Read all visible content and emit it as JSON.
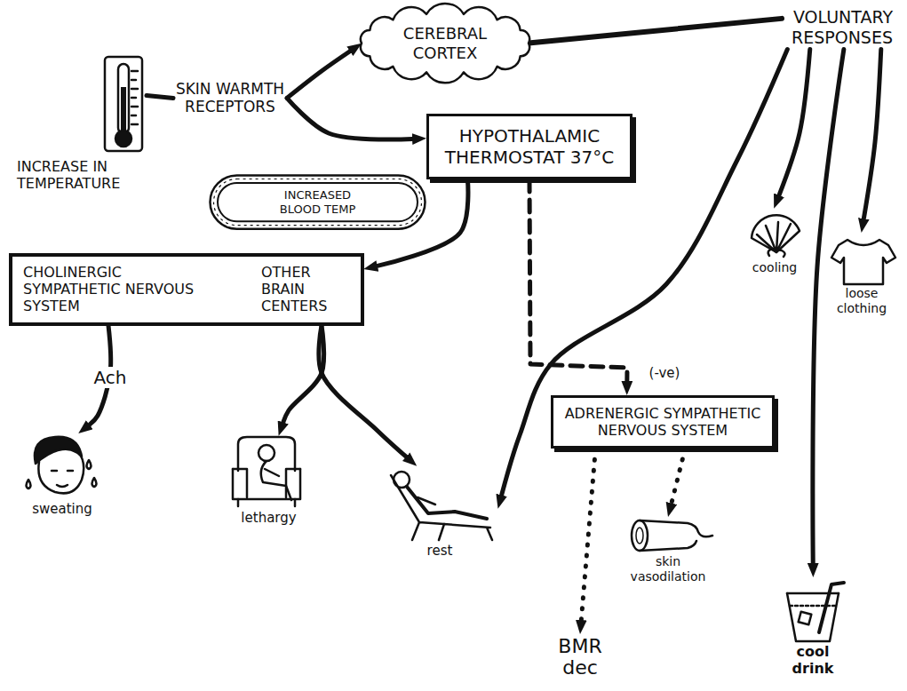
{
  "diagram": {
    "nodes": [
      {
        "text": [
          "INCREASE IN TEMPERATURE"
        ]
      },
      {
        "text": [
          "SKIN WARMTH RECEPTORS"
        ]
      },
      {
        "text": [
          "CEREBRAL CORTEX"
        ]
      },
      {
        "text": [
          "VOLUNTARY RESPONSES"
        ]
      },
      {
        "text": [
          "HYPOTHALAMIC THERMOSTAT 37°C"
        ]
      },
      {
        "text": [
          "INCREASED BLOOD TEMP"
        ]
      },
      {
        "text": [
          "cooling"
        ]
      },
      {
        "text": [
          "loose clothing"
        ]
      },
      {
        "text": [
          "CHOLINERGIC SYMPATHETIC NERVOUS SYSTEM",
          "OTHER BRAIN CENTERS"
        ]
      },
      {
        "text": [
          "ADRENERGIC SYMPATHETIC NERVOUS SYSTEM"
        ]
      },
      {
        "text": [
          "sweating"
        ]
      },
      {
        "text": [
          "lethargy"
        ]
      },
      {
        "text": [
          "rest"
        ]
      },
      {
        "text": [
          "BMR dec"
        ]
      },
      {
        "text": [
          "skin vasodilation"
        ]
      },
      {
        "text": [
          "cool drink"
        ]
      }
    ],
    "edges": [
      {
        "from": 0,
        "to": 1,
        "arrow": "none"
      },
      {
        "from": 1,
        "to": 2,
        "arrow": "to"
      },
      {
        "from": 1,
        "to": 4,
        "arrow": "to"
      },
      {
        "from": 2,
        "to": 3,
        "arrow": "none"
      },
      {
        "from": 3,
        "to": 6,
        "arrow": "to"
      },
      {
        "from": 3,
        "to": 7,
        "arrow": "to"
      },
      {
        "from": 3,
        "to": 12,
        "arrow": "to"
      },
      {
        "from": 3,
        "to": 15,
        "arrow": "to"
      },
      {
        "from": 4,
        "to": 8,
        "arrow": "to"
      },
      {
        "from": 4,
        "to": 9,
        "label": "(-ve)",
        "arrow": "to"
      },
      {
        "from": 8,
        "to": 10,
        "label": "Ach",
        "arrow": "to"
      },
      {
        "from": 8,
        "to": 11,
        "arrow": "to"
      },
      {
        "from": 8,
        "to": 12,
        "arrow": "to"
      },
      {
        "from": 9,
        "to": 13,
        "arrow": "to"
      },
      {
        "from": 9,
        "to": 14,
        "arrow": "to"
      }
    ]
  }
}
